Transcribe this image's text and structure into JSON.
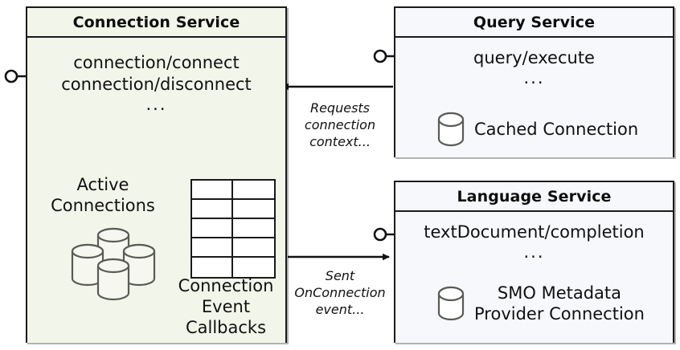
{
  "diagram": {
    "title": "Connection Service component interaction diagram",
    "colors": {
      "connection_service_fill": "#f2f5e9",
      "service_fill": "#f7f8fb",
      "stroke": "#1a1a1a",
      "cylinder_stroke": "#595b55"
    }
  },
  "components": {
    "connection_service": {
      "name": "Connection Service",
      "operations": [
        "connection/connect",
        "connection/disconnect"
      ],
      "ellipsis": "...",
      "artifacts": {
        "active_connections_label": "Active\nConnections",
        "active_connections_line1": "Active",
        "active_connections_line2": "Connections",
        "callbacks_line1": "Connection",
        "callbacks_line2": "Event",
        "callbacks_line3": "Callbacks",
        "table_columns": 2,
        "table_rows": 5,
        "cylinder_count": 4
      },
      "provided_interface": "lollipop"
    },
    "query_service": {
      "name": "Query Service",
      "operations": [
        "query/execute"
      ],
      "ellipsis": "...",
      "artifacts": {
        "cached_connection_label": "Cached Connection"
      },
      "provided_interface": "lollipop"
    },
    "language_service": {
      "name": "Language Service",
      "operations": [
        "textDocument/completion"
      ],
      "ellipsis": "...",
      "artifacts": {
        "smo_label_line1": "SMO Metadata",
        "smo_label_line2": "Provider Connection"
      },
      "provided_interface": "lollipop"
    }
  },
  "edges": [
    {
      "id": "query-to-connection",
      "from": "Query Service",
      "to": "Connection Service",
      "direction": "left",
      "label_line1": "Requests",
      "label_line2": "connection",
      "label_line3": "context..."
    },
    {
      "id": "connection-to-language",
      "from": "Connection Service",
      "to": "Language Service",
      "direction": "right",
      "label_line1": "Sent",
      "label_line2": "OnConnection",
      "label_line3": "event..."
    }
  ]
}
